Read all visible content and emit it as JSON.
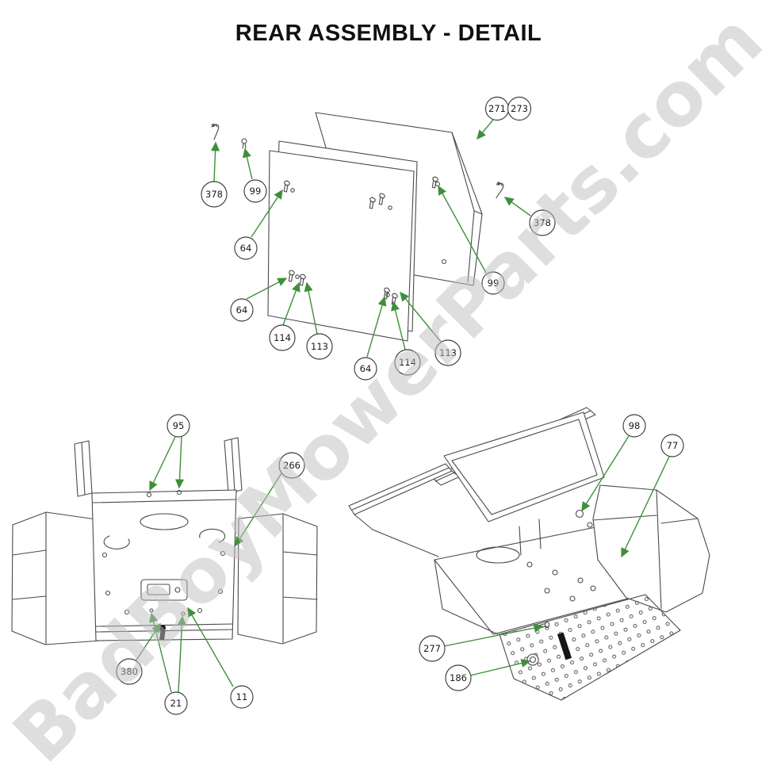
{
  "page": {
    "title": "REAR ASSEMBLY - DETAIL",
    "watermark": "BadBoyMowerParts.com"
  },
  "colors": {
    "arrow": "#3f8f3a",
    "line": "#4a4a4a",
    "watermark": "#bfbfbf",
    "callout_text": "#1a1a1a"
  },
  "callouts": {
    "top": [
      {
        "label": "378"
      },
      {
        "label": "99"
      },
      {
        "label": "64"
      },
      {
        "label": "64"
      },
      {
        "label": "114"
      },
      {
        "label": "113"
      },
      {
        "label": "64"
      },
      {
        "label": "114"
      },
      {
        "label": "113"
      },
      {
        "label": "99"
      },
      {
        "label": "271"
      },
      {
        "label": "273"
      },
      {
        "label": "378"
      }
    ],
    "bottom_left": [
      {
        "label": "95"
      },
      {
        "label": "266"
      },
      {
        "label": "380"
      },
      {
        "label": "21"
      },
      {
        "label": "11"
      }
    ],
    "bottom_right": [
      {
        "label": "98"
      },
      {
        "label": "77"
      },
      {
        "label": "277"
      },
      {
        "label": "186"
      }
    ]
  }
}
